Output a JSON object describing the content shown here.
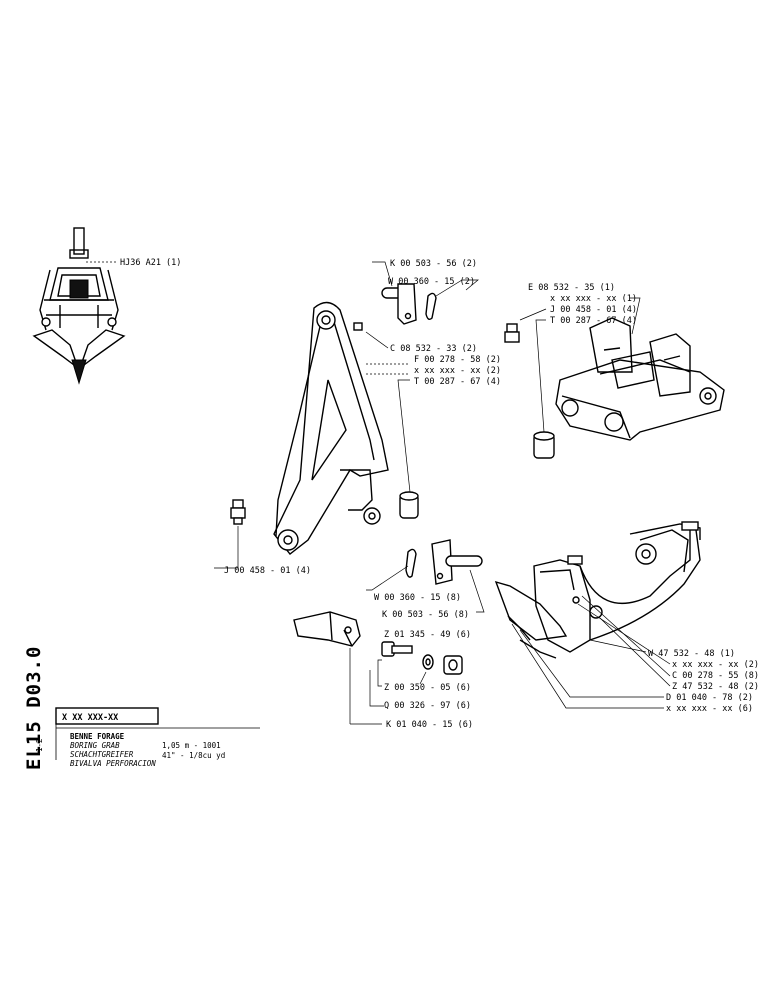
{
  "callouts": {
    "main_grab": "HJ36 A21 (1)",
    "grease_left": "J 00 458 - 01 (4)",
    "pin_top": "K 00 503 - 56 (2)",
    "clip_top": "W 00 360 - 15 (2)",
    "nipple_mid": "C 08 532 - 33 (2)",
    "frame_ref1": "F 00 278 - 58 (2)",
    "frame_ref2": "x xx xxx - xx (2)",
    "frame_bush": "T 00 287 - 67 (4)",
    "yoke_main": "E 08 532 - 35 (1)",
    "yoke_ref": "x xx xxx - xx (1)",
    "yoke_grease": "J 00 458 - 01 (4)",
    "yoke_bush": "T 00 287 - 67 (4)",
    "clip_low": "W 00 360 - 15 (8)",
    "pin_low": "K 00 503 - 56 (8)",
    "bolt": "Z 01 345 - 49 (6)",
    "washer": "Z 00 350 - 05 (6)",
    "nut": "Q 00 326 - 97 (6)",
    "tooth": "K 01 040 - 15 (6)",
    "shell_main": "W 47 532 - 48 (1)",
    "shell_ref1": "x xx xxx - xx (2)",
    "shell_c": "C 00 278 - 55 (8)",
    "shell_z": "Z 47 532 - 48 (2)",
    "shell_d": "D 01 040 - 78 (2)",
    "shell_ref2": "x xx xxx - xx (6)"
  },
  "title_block": {
    "part_no": "X XX XXX-XX",
    "name_fr": "BENNE FORAGE",
    "name_en": "BORING GRAB",
    "name_de": "SCHACHTGREIFER",
    "name_es": "BIVALVA PERFORACION",
    "size_metric": "1,05 m - 1001",
    "size_imperial": "41\" - 1/8cu yd",
    "sheet": "1-2"
  },
  "side_code": "EL15 D03.0"
}
